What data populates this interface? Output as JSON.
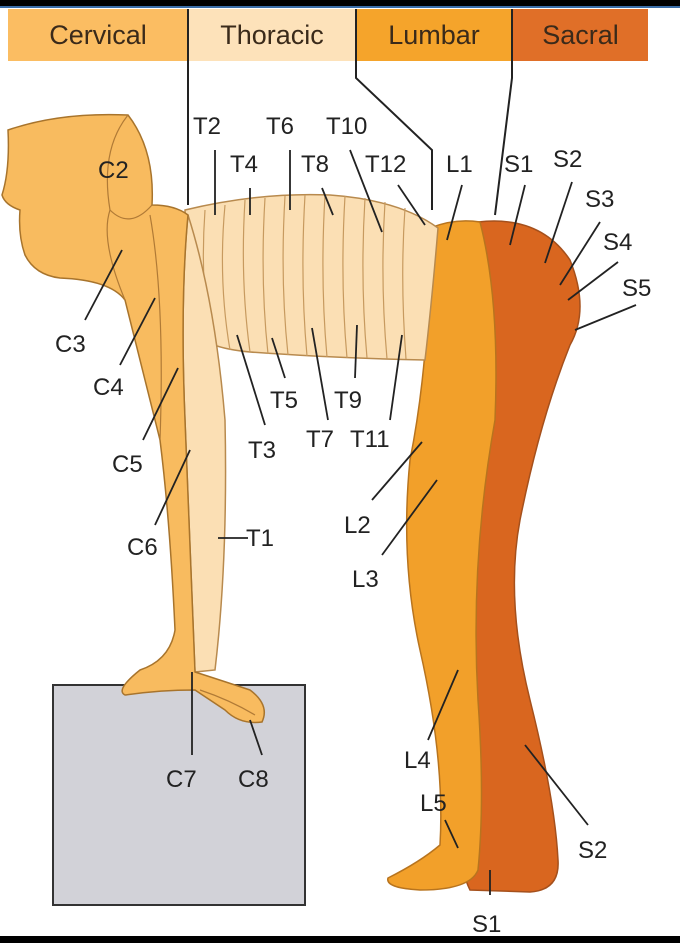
{
  "header": {
    "regions": [
      {
        "label": "Cervical",
        "color": "#fbbd62"
      },
      {
        "label": "Thoracic",
        "color": "#fde2ba"
      },
      {
        "label": "Lumbar",
        "color": "#f5a42b"
      },
      {
        "label": "Sacral",
        "color": "#e06f28"
      }
    ]
  },
  "colors": {
    "cervical_skin": "#f8bb5f",
    "thoracic_skin": "#fbdfb4",
    "lumbar_skin": "#f2a02a",
    "sacral_skin": "#d9661f",
    "box": "#d2d2d8"
  },
  "labels": [
    "C2",
    "C3",
    "C4",
    "C5",
    "C6",
    "C7",
    "C8",
    "T1",
    "T2",
    "T4",
    "T6",
    "T8",
    "T10",
    "T12",
    "L1",
    "S1",
    "S2",
    "S3",
    "S4",
    "S5",
    "T3",
    "T5",
    "T7",
    "T9",
    "T11",
    "L2",
    "L3",
    "L4",
    "L5",
    "S2",
    "S1"
  ]
}
